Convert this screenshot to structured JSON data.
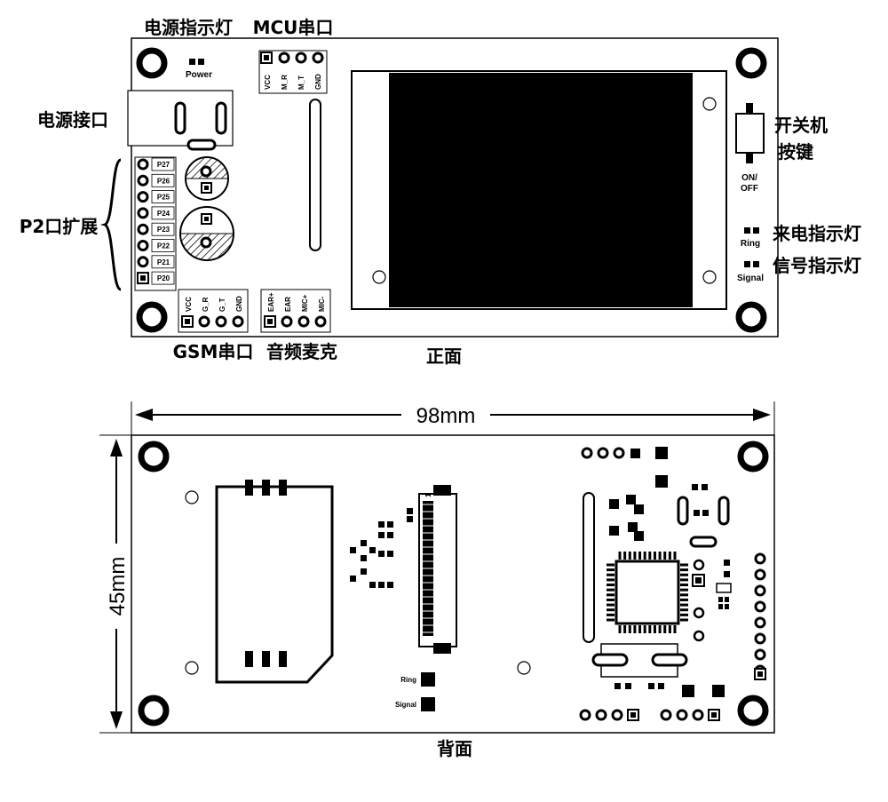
{
  "front": {
    "caption": "正面",
    "labels": {
      "power_led": "电源指示灯",
      "mcu_uart": "MCU串口",
      "power_jack": "电源接口",
      "p2_expansion": "P2口扩展",
      "gsm_uart": "GSM串口",
      "audio_mic": "音频麦克",
      "switch_line1": "开关机",
      "switch_line2": "按键",
      "ring_led": "来电指示灯",
      "signal_led": "信号指示灯"
    },
    "silk": {
      "power": "Power",
      "on_off_1": "ON/",
      "on_off_2": "OFF",
      "ring": "Ring",
      "signal": "Signal"
    },
    "p2_pins": [
      "P27",
      "P26",
      "P25",
      "P24",
      "P23",
      "P22",
      "P21",
      "P20"
    ],
    "mcu_pins": [
      "VCC",
      "M_R",
      "M_T",
      "GND"
    ],
    "gsm_pins": [
      "VCC",
      "G_R",
      "G_T",
      "GND"
    ],
    "audio_pins": [
      "EAR+",
      "EAR",
      "MIC+",
      "MIC-"
    ]
  },
  "back": {
    "caption": "背面",
    "width_dim": "98mm",
    "height_dim": "45mm",
    "silk": {
      "ring": "Ring",
      "signal": "Signal",
      "pin1": "1"
    }
  }
}
